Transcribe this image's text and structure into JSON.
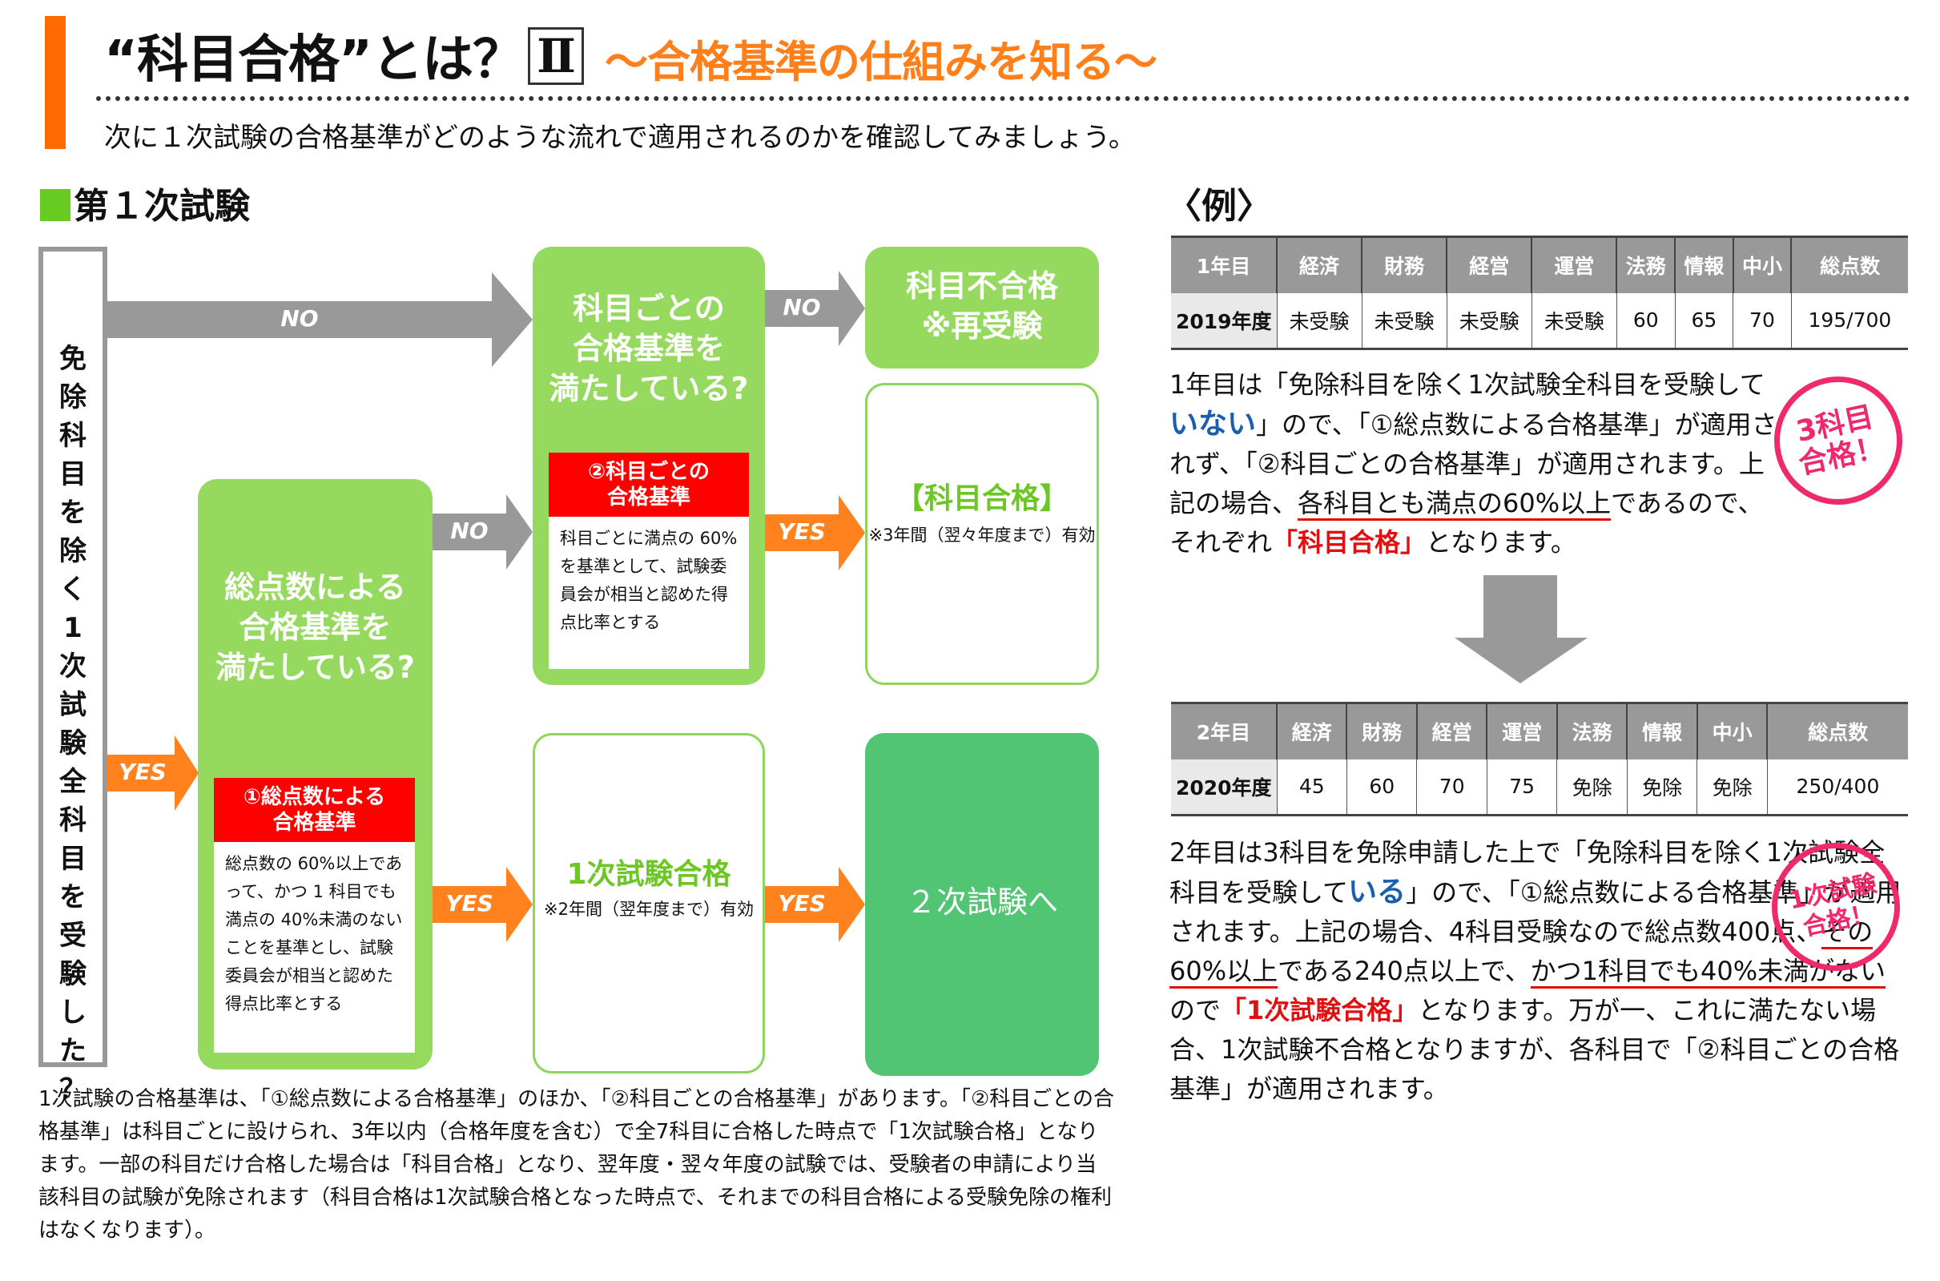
{
  "header": {
    "title_main": "“科目合格”とは？",
    "title_roman": "Ⅱ",
    "title_sub": "～合格基準の仕組みを知る～",
    "lead": "次に１次試験の合格基準がどのような流れで適用されるのかを確認してみましょう。"
  },
  "flow": {
    "section_title": "第１次試験",
    "start_question": [
      "免",
      "除",
      "科",
      "目",
      "を",
      "除",
      "く",
      "1",
      "次",
      "試",
      "験",
      "全",
      "科",
      "目",
      "を",
      "受",
      "験",
      "し",
      "た",
      "？"
    ],
    "arrows": {
      "start_no": "NO",
      "start_yes": "YES",
      "total_no": "NO",
      "total_yes": "YES",
      "subject_no": "NO",
      "subject_yes": "YES",
      "pass_yes": "YES"
    },
    "total_question": [
      "総点数による",
      "合格基準を",
      "満たしている?"
    ],
    "total_criterion": {
      "title": [
        "①総点数による",
        "合格基準"
      ],
      "body": "総点数の 60%以上であって、かつ 1 科目でも満点の 40%未満のないことを基準とし、試験委員会が相当と認めた得点比率とする"
    },
    "subject_question": [
      "科目ごとの",
      "合格基準を",
      "満たしている?"
    ],
    "subject_criterion": {
      "title": [
        "②科目ごとの",
        "合格基準"
      ],
      "body": "科目ごとに満点の 60%を基準として、試験委員会が相当と認めた得点比率とする"
    },
    "fail_box": [
      "科目不合格",
      "※再受験"
    ],
    "subject_pass": {
      "title": "【科目合格】",
      "note": "※3年間（翌々年度まで）有効"
    },
    "first_pass": {
      "title": "1次試験合格",
      "note": "※2年間（翌年度まで）有効"
    },
    "second_exam": "２次試験へ",
    "footnote": "1次試験の合格基準は、「①総点数による合格基準」のほか、「②科目ごとの合格基準」があります。「②科目ごとの合格基準」は科目ごとに設けられ、3年以内（合格年度を含む）で全7科目に合格した時点で「1次試験合格」となります。一部の科目だけ合格した場合は「科目合格」となり、翌年度・翌々年度の試験では、受験者の申請により当該科目の試験が免除されます（科目合格は1次試験合格となった時点で、それまでの科目合格による受験免除の権利はなくなります）。"
  },
  "example": {
    "heading": "〈例〉",
    "table1": {
      "headers": [
        "1年目",
        "経済",
        "財務",
        "経営",
        "運営",
        "法務",
        "情報",
        "中小",
        "総点数"
      ],
      "row": [
        "2019年度",
        "未受験",
        "未受験",
        "未受験",
        "未受験",
        "60",
        "65",
        "70",
        "195/700"
      ]
    },
    "para1": {
      "p1": "1年目は「免除科目を除く1次試験全科目を受験して",
      "emph": "いない",
      "p2": "」ので、「①総点数による合格基準」が適用されず、「②科目ごとの合格基準」が適用されます。上記の場合、",
      "underline": "各科目とも満点の60%以上",
      "p3": "であるので、それぞれ",
      "red": "「科目合格」",
      "p4": "となります。"
    },
    "stamp1": [
      "3科目",
      "合格！"
    ],
    "table2": {
      "headers": [
        "2年目",
        "経済",
        "財務",
        "経営",
        "運営",
        "法務",
        "情報",
        "中小",
        "総点数"
      ],
      "row": [
        "2020年度",
        "45",
        "60",
        "70",
        "75",
        "免除",
        "免除",
        "免除",
        "250/400"
      ]
    },
    "para2": {
      "p1": "2年目は3科目を免除申請した上で「免除科目を除く1次試験全科目を受験して",
      "emph": "いる",
      "p2": "」ので、「①総点数による合格基準」が適用されます。上記の場合、4科目受験なので総点数400点、",
      "underline1": "その60%以上",
      "p3": "である240点以上で、",
      "underline2": "かつ1科目でも40%未満がない",
      "p4": "ので",
      "red": "「1次試験合格」",
      "p5": "となります。万が一、これに満たない場合、1次試験不合格となりますが、各科目で「②科目ごとの合格基準」が適用されます。"
    },
    "stamp2": [
      "1次試験",
      "合格！"
    ]
  },
  "colors": {
    "accent_orange": "#ff6a00",
    "subtitle_orange": "#ff7f1a",
    "flow_green": "#95d95e",
    "second_exam_green": "#52c574",
    "criterion_red": "#ff0000",
    "arrow_gray": "#999999",
    "arrow_orange": "#ff821f",
    "stamp_pink": "#f0286c",
    "emphasis_blue": "#1a5fae"
  }
}
